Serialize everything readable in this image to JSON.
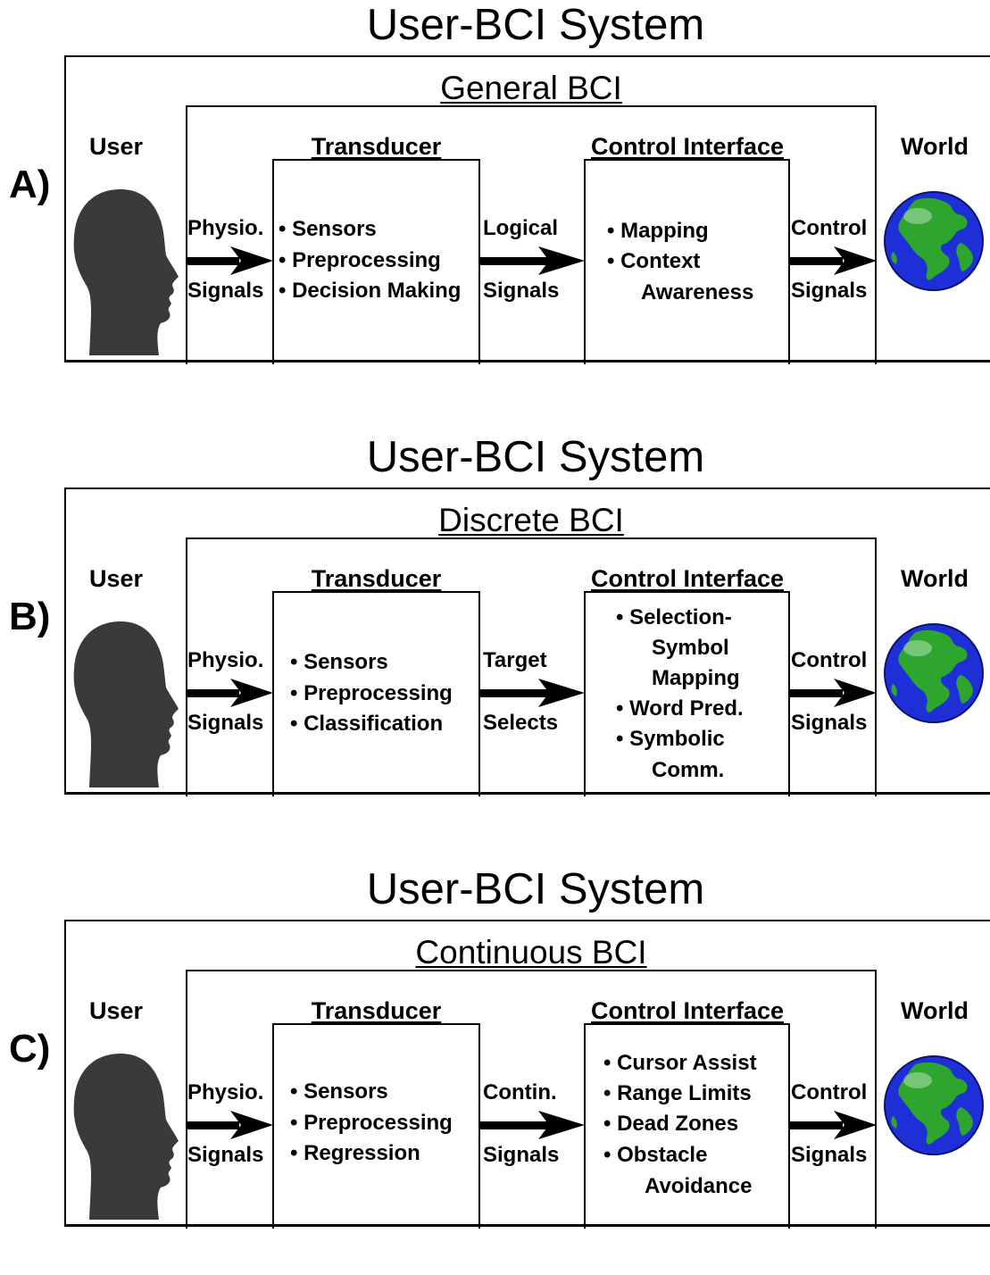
{
  "panels": [
    {
      "letter": "A)",
      "system_title": "User-BCI System",
      "bci_title": "General BCI",
      "user_label": "User",
      "world_label": "World",
      "transducer_title": "Transducer",
      "control_title": "Control Interface",
      "input_signal": [
        "Physio.",
        "Signals"
      ],
      "logical_signal": [
        "Logical",
        "Signals"
      ],
      "output_signal": [
        "Control",
        "Signals"
      ],
      "transducer_items": [
        "• Sensors",
        "• Preprocessing",
        "• Decision Making"
      ],
      "control_items": [
        "• Mapping",
        "• Context",
        "Awareness"
      ]
    },
    {
      "letter": "B)",
      "system_title": "User-BCI System",
      "bci_title": "Discrete BCI",
      "user_label": "User",
      "world_label": "World",
      "transducer_title": "Transducer",
      "control_title": "Control Interface",
      "input_signal": [
        "Physio.",
        "Signals"
      ],
      "logical_signal": [
        "Target",
        "Selects"
      ],
      "output_signal": [
        "Control",
        "Signals"
      ],
      "transducer_items": [
        "• Sensors",
        "• Preprocessing",
        "• Classification"
      ],
      "control_items": [
        "• Selection-",
        "Symbol",
        "Mapping",
        "• Word Pred.",
        "• Symbolic",
        "Comm."
      ]
    },
    {
      "letter": "C)",
      "system_title": "User-BCI System",
      "bci_title": "Continuous BCI",
      "user_label": "User",
      "world_label": "World",
      "transducer_title": "Transducer",
      "control_title": "Control Interface",
      "input_signal": [
        "Physio.",
        "Signals"
      ],
      "logical_signal": [
        "Contin.",
        "Signals"
      ],
      "output_signal": [
        "Control",
        "Signals"
      ],
      "transducer_items": [
        "• Sensors",
        "• Preprocessing",
        "• Regression"
      ],
      "control_items": [
        "• Cursor Assist",
        "• Range Limits",
        "• Dead Zones",
        "• Obstacle",
        "Avoidance"
      ]
    }
  ],
  "colors": {
    "head": "#3a3a3a",
    "ocean": "#1f2fd8",
    "land": "#2ea62e",
    "line": "#000000"
  }
}
